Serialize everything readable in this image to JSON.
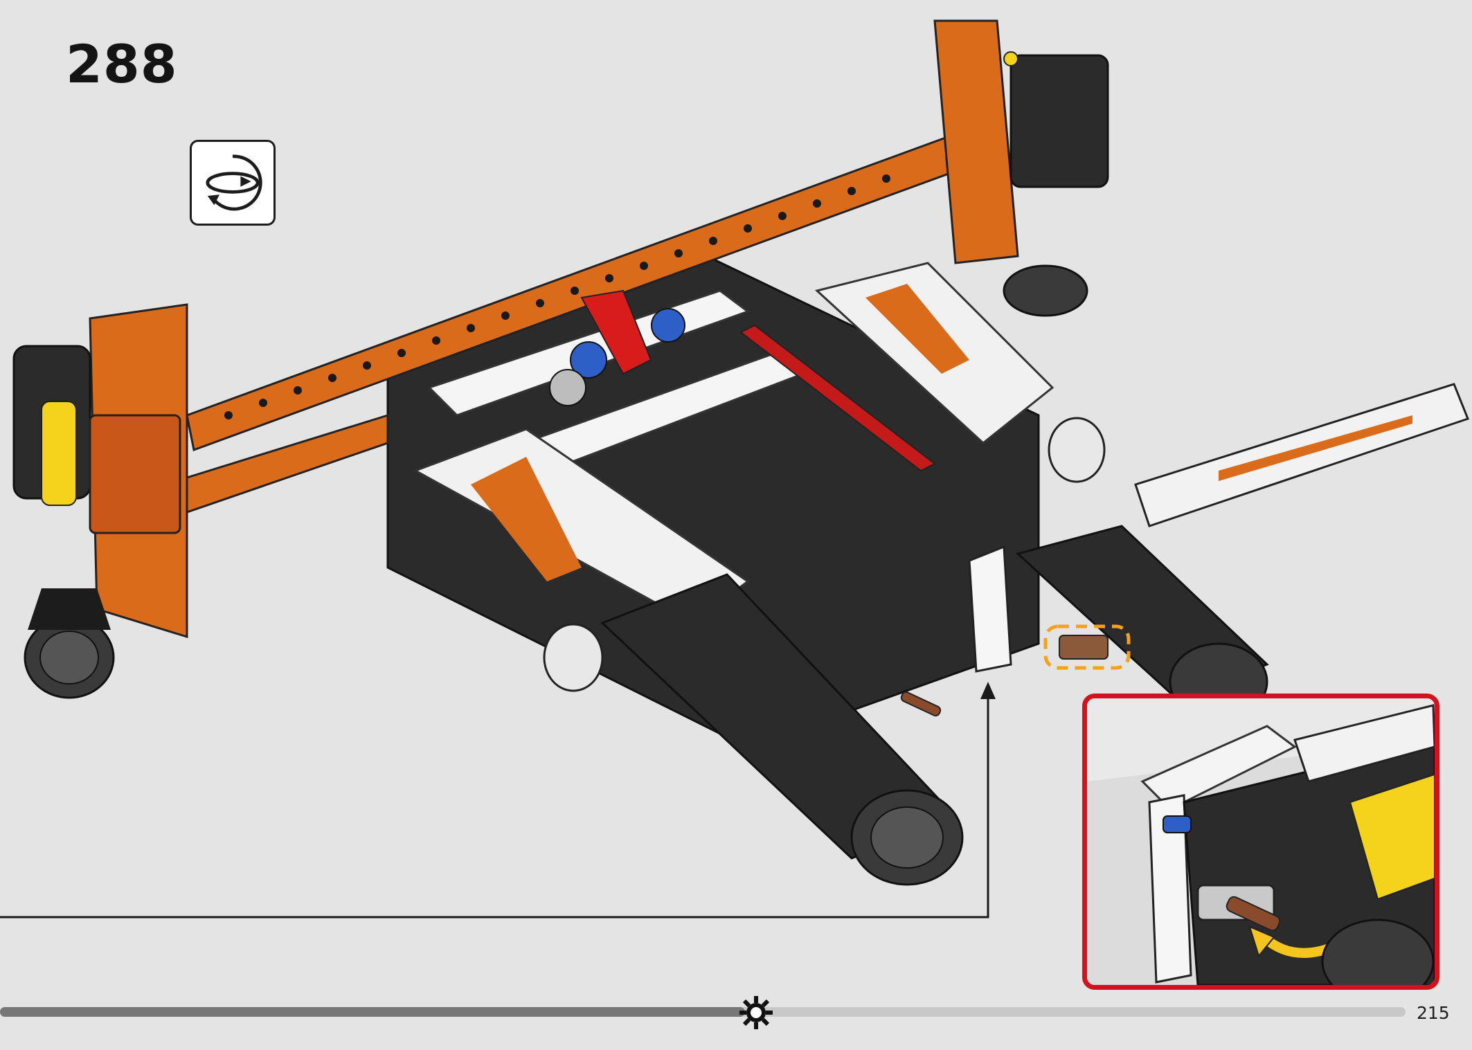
{
  "step": {
    "number": "288"
  },
  "page": {
    "number": "215"
  },
  "icons": {
    "rotate": "rotate-model-icon",
    "progress_marker": "gear-icon",
    "callout_arrow": "turn-arrow-icon",
    "pointer_arrow": "pointer-arrow-icon"
  },
  "progress": {
    "fraction": 0.53
  },
  "colors": {
    "background": "#e4e4e4",
    "callout_border": "#d4121d",
    "highlight": "#f4a11c",
    "orange_parts": "#d96b1a",
    "dark_parts": "#2b2b2b",
    "white_parts": "#f5f5f5",
    "progress_fill": "#777777",
    "progress_track": "#c8c8c8"
  }
}
